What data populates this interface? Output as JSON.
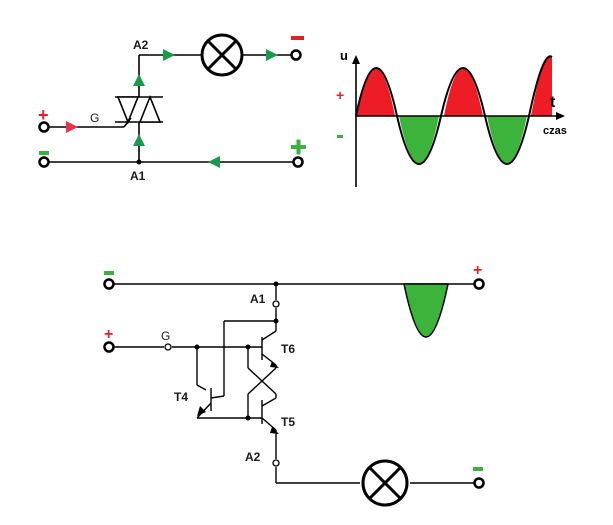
{
  "colors": {
    "wire": "#000000",
    "arrow_green": "#1a9a4a",
    "arrow_red": "#e8334a",
    "sign_red": "#e0202a",
    "sign_green": "#3cb043",
    "wave_pos": "#ee1c24",
    "wave_neg": "#3cb43c"
  },
  "top_circuit": {
    "label_a2": "A2",
    "label_a1": "A1",
    "label_g": "G",
    "sign_in_plus": "+",
    "sign_in_minus": "-",
    "sign_out_minus": "-",
    "sign_out_plus": "+"
  },
  "waveform": {
    "axis_u": "u",
    "axis_t": "t",
    "axis_czas": "czas",
    "sign_plus": "+",
    "sign_minus": "-"
  },
  "bottom_circuit": {
    "label_a1": "A1",
    "label_a2": "A2",
    "label_g": "G",
    "label_t4": "T4",
    "label_t5": "T5",
    "label_t6": "T6",
    "sign_top_left": "-",
    "sign_top_right": "+",
    "sign_gate": "+",
    "sign_bottom_right": "-"
  },
  "icons": [
    "lamp-icon",
    "triac-icon",
    "terminal-icon",
    "transistor-icon"
  ]
}
